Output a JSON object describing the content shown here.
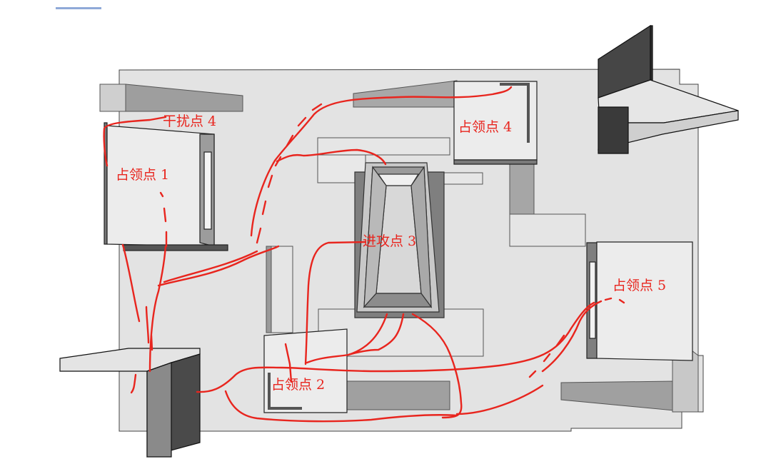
{
  "labels": {
    "interfere4": "干扰点 4",
    "occupy1": "占领点 1",
    "occupy4": "占领点 4",
    "attack3": "进攻点 3",
    "occupy5": "占领点 5",
    "occupy2": "占领点 2"
  },
  "colors": {
    "route": "#e8251e",
    "label": "#e8251e",
    "floor": "#e4e4e4",
    "block_top": "#ececec",
    "block_side": "#9a9a9a",
    "dark_wall": "#3a3a3a",
    "outline": "#222222"
  }
}
